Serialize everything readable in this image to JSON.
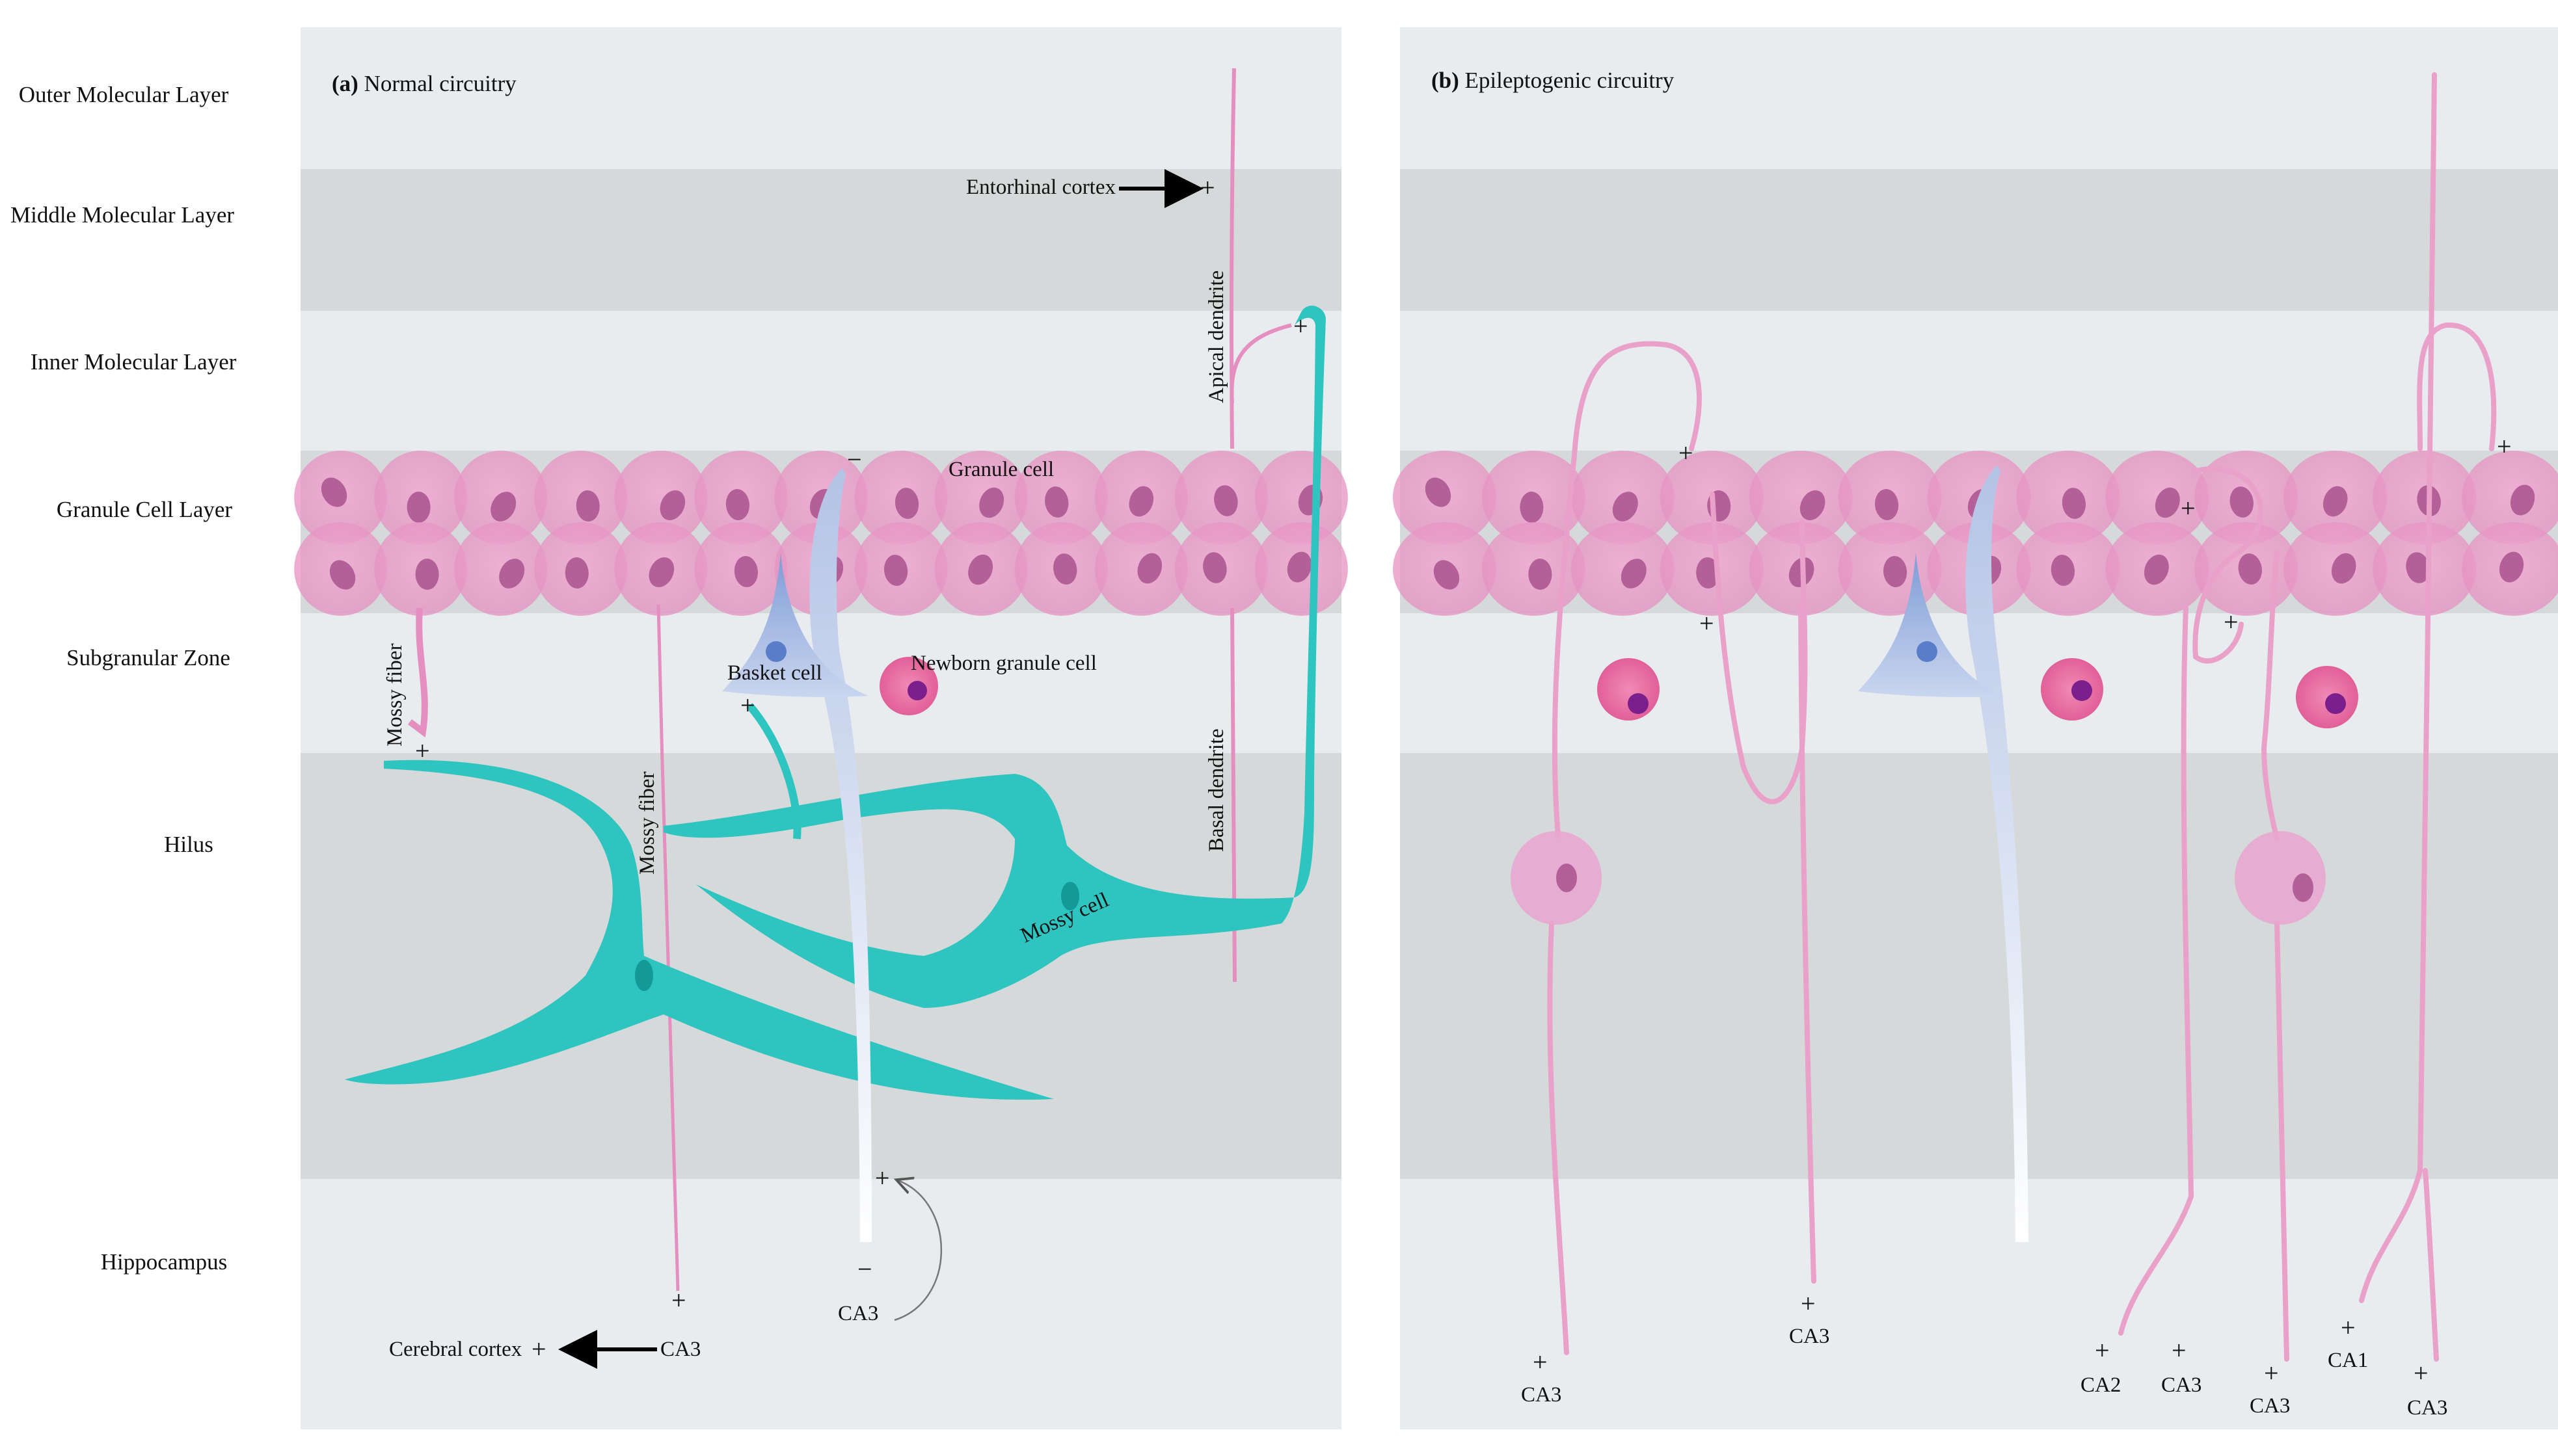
{
  "layer_labels": [
    "Outer Molecular Layer",
    "Middle Molecular Layer",
    "Inner Molecular Layer",
    "Granule Cell Layer",
    "Subgranular Zone",
    "Hilus",
    "Hippocampus"
  ],
  "panel_a": {
    "letter": "(a)",
    "title": "Normal circuitry",
    "labels": {
      "granule_cell": "Granule cell",
      "basket_cell": "Basket cell",
      "newborn_granule_cell": "Newborn granule cell",
      "mossy_cell": "Mossy cell",
      "mossy_fiber": "Mossy fiber",
      "apical_dendrite": "Apical dendrite",
      "basal_dendrite": "Basal dendrite",
      "entorhinal_cortex": "Entorhinal cortex",
      "cerebral_cortex": "Cerebral cortex",
      "ca3": "CA3"
    },
    "signs": {
      "plus": "+",
      "minus": "−"
    }
  },
  "panel_b": {
    "letter": "(b)",
    "title": "Epileptogenic circuitry",
    "targets": [
      "CA3",
      "CA3",
      "CA2",
      "CA3",
      "CA3",
      "CA1",
      "CA3"
    ],
    "signs": {
      "plus": "+"
    }
  },
  "colors": {
    "light_band": "#e9ecef",
    "dark_band": "#d6d9d9",
    "granule_cell": "#e79bc7",
    "granule_nucleus": "#b35f98",
    "mossy_cell": "#2ec4c0",
    "basket_cell": "#9eb4df",
    "newborn_cell": "#e879a8",
    "newborn_nucleus": "#7a1f8c"
  }
}
